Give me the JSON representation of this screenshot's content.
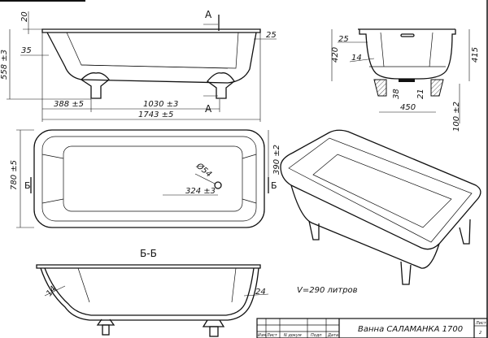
{
  "side_view": {
    "dim_rim": "20",
    "dim_height": "558 ±3",
    "dim_wall_left": "35",
    "dim_wall_right": "25",
    "section_mark_top": "А",
    "section_mark_bottom": "А",
    "dim_leg_offset": "388 ±5",
    "dim_leg_span": "1030 ±3",
    "dim_length": "1743 ±5"
  },
  "end_view": {
    "dim_rim": "25",
    "dim_wall": "14",
    "dim_height_left": "420",
    "dim_height_right": "415",
    "dim_38": "38",
    "dim_21": "21",
    "dim_leg_span": "450",
    "dim_leg_height": "100 ±2"
  },
  "plan_view": {
    "dim_width": "780 ±5",
    "dim_drain_diameter": "Ø54",
    "dim_drain_offset": "324 ±3",
    "dim_drain_y": "390 ±2",
    "section_mark_left": "Б",
    "section_mark_right": "Б"
  },
  "section_view": {
    "title": "Б-Б",
    "dim_wall_left": "14",
    "dim_wall_right": "24"
  },
  "volume_note": "V=290 литров",
  "title_block": {
    "title": "Ванна САЛАМАНКА 1700",
    "columns": [
      "Изм",
      "Лист",
      "N докум",
      "Подп",
      "Дата"
    ],
    "sheet_label": "Лист",
    "sheet_number": "2"
  }
}
